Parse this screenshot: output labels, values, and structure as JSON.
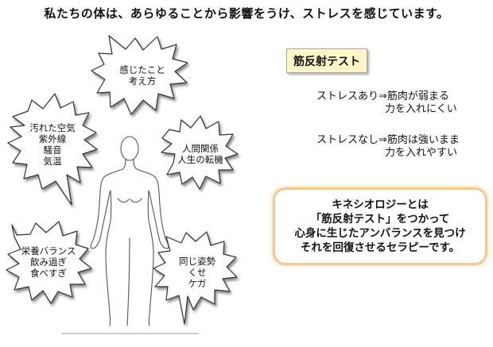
{
  "title": "私たちの体は、あらゆることから影響をうけ、ストレスを感じています。",
  "bubbles": [
    {
      "id": "thinking",
      "lines": [
        "感じたこと",
        "考え方"
      ]
    },
    {
      "id": "environment",
      "lines": [
        "汚れた空気",
        "紫外線",
        "騒音",
        "気温"
      ]
    },
    {
      "id": "relationships",
      "lines": [
        "人間関係",
        "人生の転機"
      ]
    },
    {
      "id": "diet",
      "lines": [
        "栄養バランス",
        "飲み過ぎ",
        "食べすぎ"
      ]
    },
    {
      "id": "posture",
      "lines": [
        "同じ姿勢",
        "くせ",
        "ケガ"
      ]
    }
  ],
  "test": {
    "label": "筋反射テスト",
    "with_stress": [
      "ストレスあり⇒筋肉が弱まる",
      "力を入れにくい"
    ],
    "without_stress": [
      "ストレスなし⇒筋肉は強いまま",
      "力を入れやすい"
    ]
  },
  "summary": {
    "lines": [
      "キネシオロジーとは",
      "「筋反射テスト」をつかって",
      "心身に生じたアンバランスを見つけ",
      "それを回復させるセラピーです。"
    ]
  },
  "colors": {
    "box_fill": "#fff6c8",
    "summary_border": "#f5c890",
    "outline": "#333333"
  }
}
